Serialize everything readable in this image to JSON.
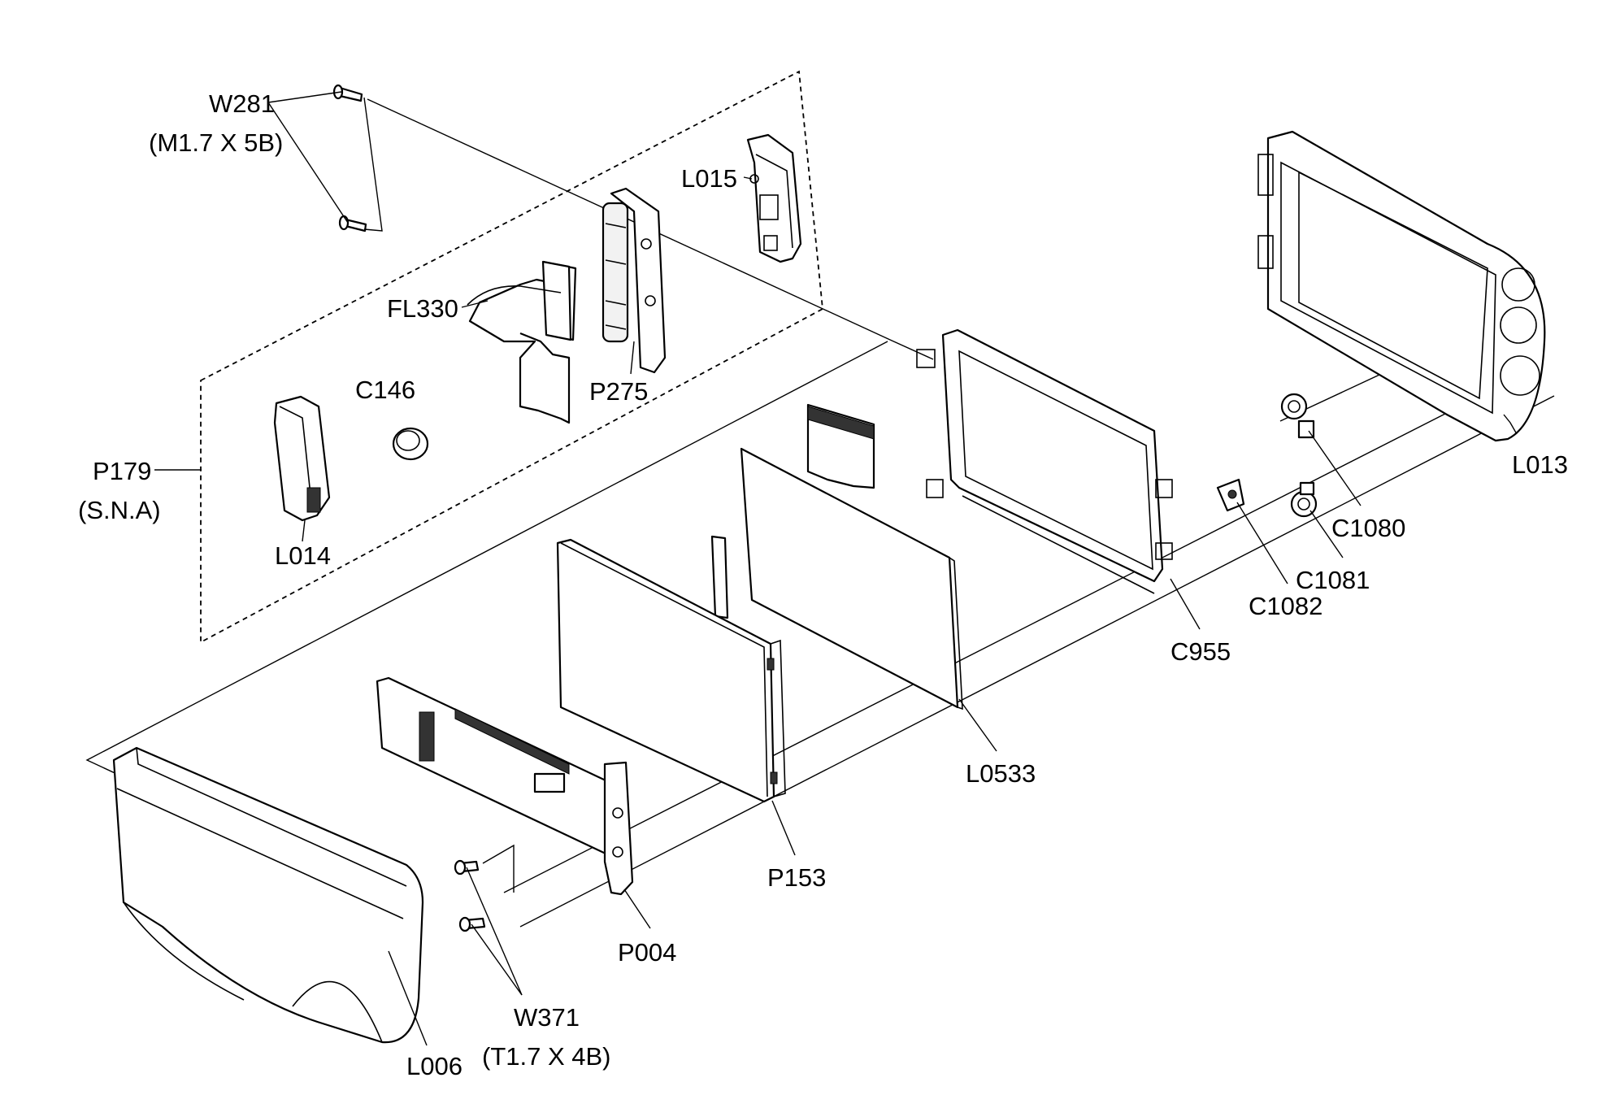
{
  "labels": {
    "w281": "W281",
    "w281_spec": "(M1.7 X 5B)",
    "l015": "L015",
    "fl330": "FL330",
    "c146": "C146",
    "p275": "P275",
    "p179": "P179",
    "p179_note": "(S.N.A)",
    "l014": "L014",
    "l013": "L013",
    "c1080": "C1080",
    "c1081": "C1081",
    "c1082": "C1082",
    "c955": "C955",
    "l0533": "L0533",
    "p153": "P153",
    "p004": "P004",
    "w371": "W371",
    "w371_spec": "(T1.7 X 4B)",
    "l006": "L006"
  }
}
